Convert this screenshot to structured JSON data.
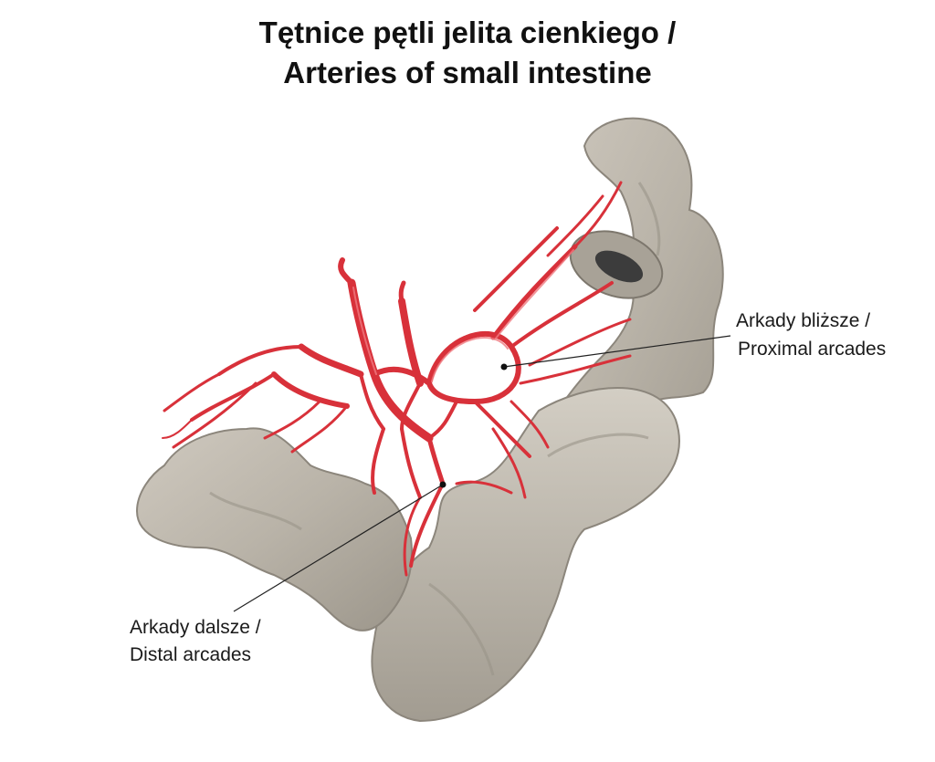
{
  "title": {
    "line1": "Tętnice pętli jelita cienkiego /",
    "line2": "Arteries of small intestine"
  },
  "labels": {
    "proximal": {
      "line1": "Arkady bliższe /",
      "line2": "Proximal arcades"
    },
    "distal": {
      "line1": "Arkady dalsze /",
      "line2": "Distal arcades"
    }
  },
  "colors": {
    "artery": "#d8313a",
    "artery_highlight": "#f07a80",
    "intestine": "#b9b3a8",
    "intestine_shadow": "#8c867c",
    "intestine_light": "#d6d1c7",
    "lumen": "#3c3c3c",
    "leader_line": "#222222"
  }
}
